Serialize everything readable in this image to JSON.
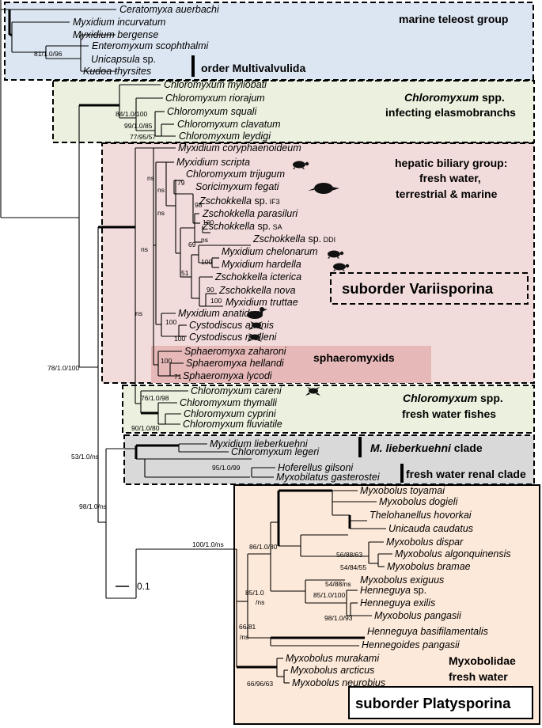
{
  "groups": {
    "marine": "marine teleost group",
    "multivalvulida": "order Multivalvulida",
    "chloro_elasmo_sp": "Chloromyxum",
    "chloro_elasmo_spp": " spp.",
    "chloro_elasmo_line2": "infecting elasmobranchs",
    "hepatic_line1": "hepatic biliary group:",
    "hepatic_line2": "fresh water,",
    "hepatic_line3": "terrestrial & marine",
    "variisporina": "suborder Variisporina",
    "sphaeromyxids": "sphaeromyxids",
    "chloro_fw_sp": "Chloromyxum",
    "chloro_fw_spp": " spp.",
    "chloro_fw_line2": "fresh water fishes",
    "liebpre": "M. lieberkuehni",
    "liebpost": " clade",
    "renal": "fresh water renal clade",
    "myxobolidae_line1": "Myxobolidae",
    "myxobolidae_line2": "fresh water",
    "platysporina": "suborder Platysporina"
  },
  "scale": "0.1",
  "taxa": {
    "t1": "Ceratomyxa auerbachi",
    "t2": "Myxidium incurvatum",
    "t3": "Myxidium bergense",
    "t4": "Enteromyxum scophthalmi",
    "t5a": "Unicapsula",
    "t5b": " sp.",
    "t6": "Kudoa thyrsites",
    "t7": "Chloromyxum myliobati",
    "t8": "Chloromyxum riorajum",
    "t9": "Chloromyxum squali",
    "t10": "Chloromyxum clavatum",
    "t11": "Chloromyxum leydigi",
    "t12": "Myxidium coryphaenoideum",
    "t13": "Myxidium scripta",
    "t14": "Chloromyxum trijugum",
    "t15": "Soricimyxum fegati",
    "t16a": "Zschokkella",
    "t16b": " sp.",
    "t16c": " IF3",
    "t17": "Zschokkella parasiluri",
    "t18a": "Zschokkella",
    "t18b": " sp.",
    "t18c": " SA",
    "t19a": "Zschokkella",
    "t19b": " sp.",
    "t19c": " DDI",
    "t20": "Myxidium chelonarum",
    "t21": "Myxidium hardella",
    "t22": "Zschokkella icterica",
    "t23": "Zschokkella nova",
    "t24": "Myxidium truttae",
    "t25": "Myxidium anatidum",
    "t26": "Cystodiscus axonis",
    "t27": "Cystodiscus melleni",
    "t28": "Sphaeromyxa zaharoni",
    "t29": "Sphaeromyxa hellandi",
    "t30": "Sphaeromyxa lycodi",
    "t31": "Chloromyxum careni",
    "t32": "Chloromyxum thymalli",
    "t33": "Chloromyxum cyprini",
    "t34": "Chloromyxum fluviatile",
    "t35": "Myxidium lieberkuehni",
    "t36": "Chloromyxum legeri",
    "t37": "Hoferellus gilsoni",
    "t38": "Myxobilatus gasterostei",
    "t39": "Myxobolus toyamai",
    "t40": "Myxobolus dogieli",
    "t41": "Thelohanellus hovorkai",
    "t42": "Unicauda caudatus",
    "t43": "Myxobolus dispar",
    "t44": "Myxobolus algonquinensis",
    "t45": "Myxobolus bramae",
    "t46": "Myxobolus exiguus",
    "t47a": "Henneguya",
    "t47b": " sp.",
    "t48": "Henneguya exilis",
    "t49": "Myxobolus pangasii",
    "t50": "Henneguya basifilamentalis",
    "t51": "Hennegoides pangasii",
    "t52": "Myxobolus murakami",
    "t53": "Myxobolus arcticus",
    "t54": "Myxobolus neurobius"
  },
  "support": {
    "s1": "81/1.0/96",
    "s2": "84/1.0/100",
    "s3": "99/1.0/85",
    "s4": "77/95/57",
    "s5": "ns",
    "s6": "ns",
    "s7": "79",
    "s8": "ns",
    "s9": "98",
    "s10": "100",
    "s11": "69",
    "s12": "ns",
    "s13": "100",
    "s14": "51",
    "s15": "90",
    "s16": "100",
    "s17": "ns",
    "s18": "ns",
    "s19": "100",
    "s20": "100",
    "s21": "100",
    "s22": "71",
    "s23": "78/1.0/100",
    "s24": "76/1.0/98",
    "s25": "90/1.0/80",
    "s26": "53/1.0/ns",
    "s27": "95/1.0/99",
    "s28": "98/1.0/ns",
    "s29": "100/1.0/ns",
    "s30": "86/1.0/80",
    "s31": "56/88/63",
    "s32": "54/84/55",
    "s33": "54/88/ns",
    "s34": "85/1.0/100",
    "s35": "98/1.0/93",
    "s36a": "85/1.0",
    "s36b": "/ns",
    "s37a": "66/81",
    "s37b": "/ns",
    "s38": "66/96/63"
  },
  "colors": {
    "marine_bg": "#dce6f2",
    "elasmo_bg": "#ebf1de",
    "hepatic_bg": "#f2dcdb",
    "sphaero_bg": "#e6b9b8",
    "freshwater_bg": "#ebf1de",
    "renal_bg": "#d9d9d9",
    "platy_bg": "#fde9d9"
  },
  "icons": [
    "turtle-icon",
    "mole-icon",
    "duck-icon",
    "frog-icon"
  ]
}
